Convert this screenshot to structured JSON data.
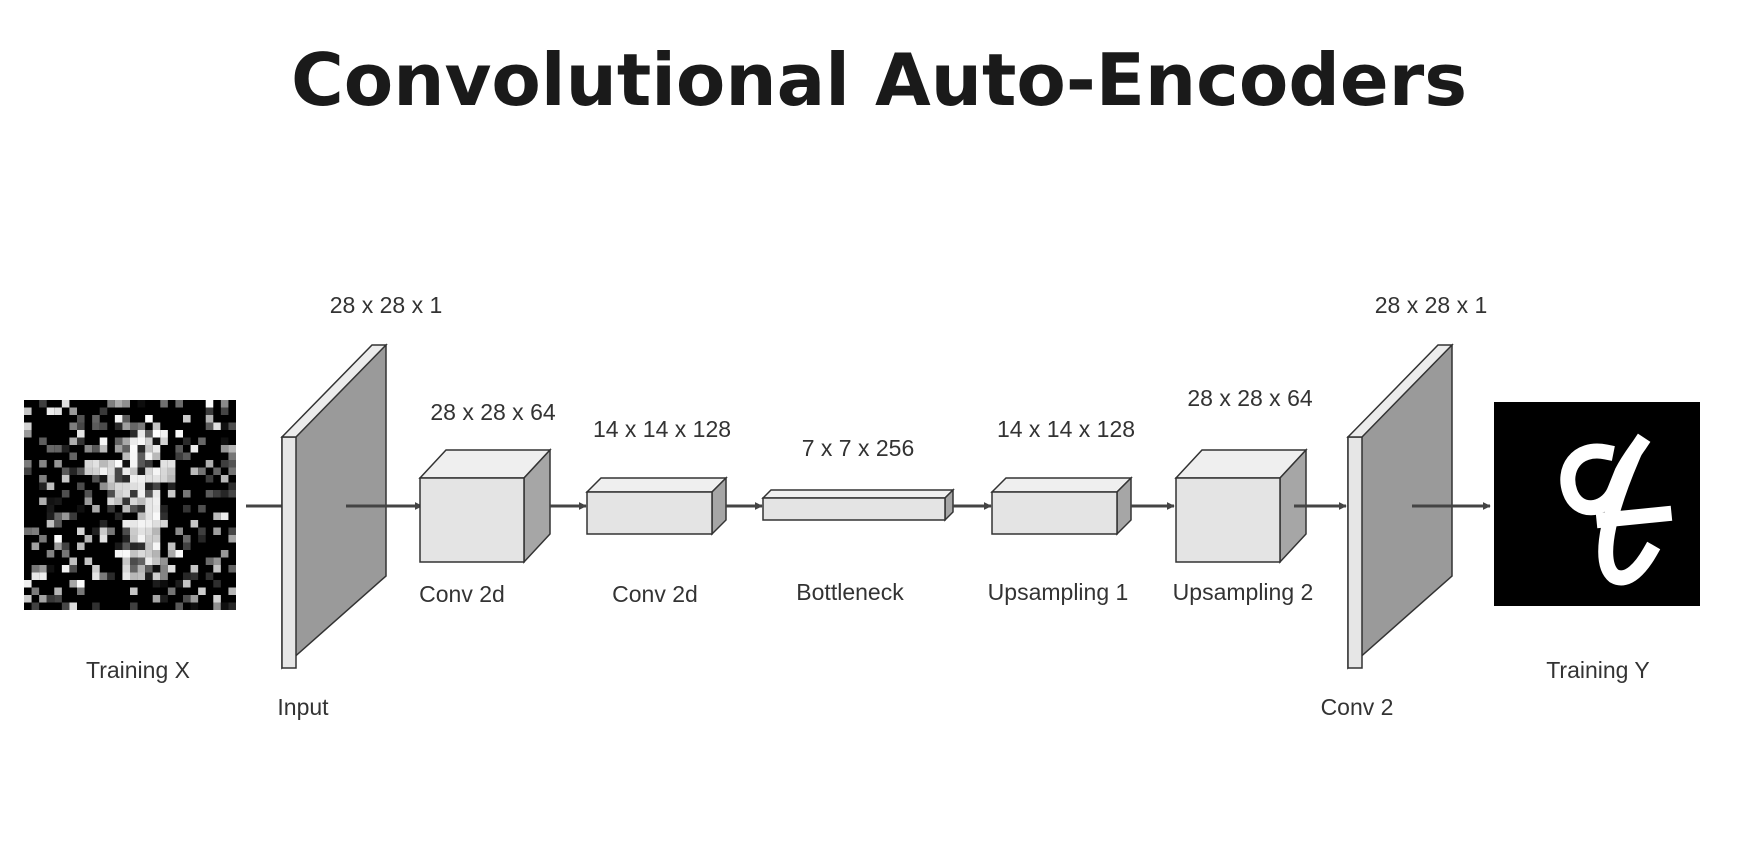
{
  "title": "Convolutional Auto-Encoders",
  "input_image": {
    "label": "Training X"
  },
  "output_image": {
    "label": "Training Y"
  },
  "layers": [
    {
      "id": "input",
      "dims": "28 x 28 x 1",
      "label": "Input"
    },
    {
      "id": "conv1",
      "dims": "28 x 28 x 64",
      "label": "Conv 2d"
    },
    {
      "id": "conv2",
      "dims": "14 x 14 x 128",
      "label": "Conv 2d"
    },
    {
      "id": "bottleneck",
      "dims": "7 x 7 x 256",
      "label": "Bottleneck"
    },
    {
      "id": "up1",
      "dims": "14 x 14 x 128",
      "label": "Upsampling 1"
    },
    {
      "id": "up2",
      "dims": "28 x 28 x 64",
      "label": "Upsampling 2"
    },
    {
      "id": "conv_out",
      "dims": "28 x 28 x 1",
      "label": "Conv 2"
    }
  ],
  "colors": {
    "panel_face": "#9a9a9a",
    "panel_edge": "#e6e6e6",
    "box_front": "#e4e4e4",
    "box_top": "#efefef",
    "box_side": "#a6a6a6",
    "arrow": "#444444",
    "outline": "#333333"
  }
}
